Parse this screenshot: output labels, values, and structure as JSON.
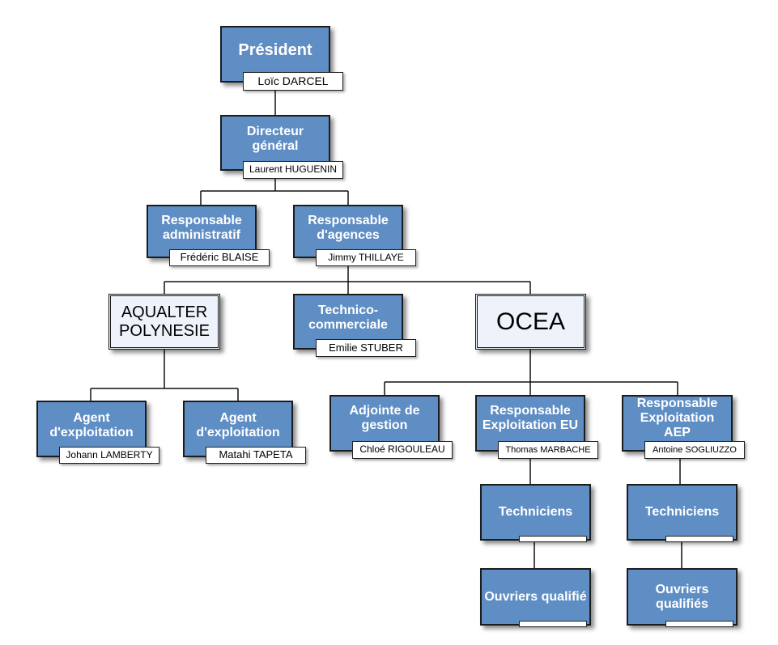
{
  "colors": {
    "box_fill": "#5f8ec5",
    "box_border": "#1c1c1c",
    "light_box_fill": "#eef3fb",
    "text_on_box": "#ffffff",
    "name_tag_fill": "#ffffff"
  },
  "nodes": {
    "president": {
      "title": "Président",
      "name": "Loïc DARCEL"
    },
    "directeur": {
      "title": "Directeur général",
      "name": "Laurent HUGUENIN"
    },
    "resp_admin": {
      "title": "Responsable administratif",
      "name": "Frédéric BLAISE"
    },
    "resp_agences": {
      "title": "Responsable d'agences",
      "name": "Jimmy THILLAYE"
    },
    "aqualter": {
      "title": "AQUALTER POLYNESIE"
    },
    "technico": {
      "title": "Technico-commerciale",
      "name": "Emilie STUBER"
    },
    "ocea": {
      "title": "OCEA"
    },
    "agent1": {
      "title": "Agent d'exploitation",
      "name": "Johann LAMBERTY"
    },
    "agent2": {
      "title": "Agent d'exploitation",
      "name": "Matahi TAPETA"
    },
    "adjointe": {
      "title": "Adjointe de gestion",
      "name": "Chloé RIGOULEAU"
    },
    "resp_eu": {
      "title": "Responsable Exploitation EU",
      "name": "Thomas MARBACHE"
    },
    "resp_aep": {
      "title": "Responsable Exploitation AEP",
      "name": "Antoine SOGLIUZZO"
    },
    "tech_eu": {
      "title": "Techniciens",
      "name": ""
    },
    "tech_aep": {
      "title": "Techniciens",
      "name": ""
    },
    "ouvriers_eu": {
      "title": "Ouvriers qualifié",
      "name": ""
    },
    "ouvriers_aep": {
      "title": "Ouvriers qualifiés",
      "name": ""
    }
  }
}
